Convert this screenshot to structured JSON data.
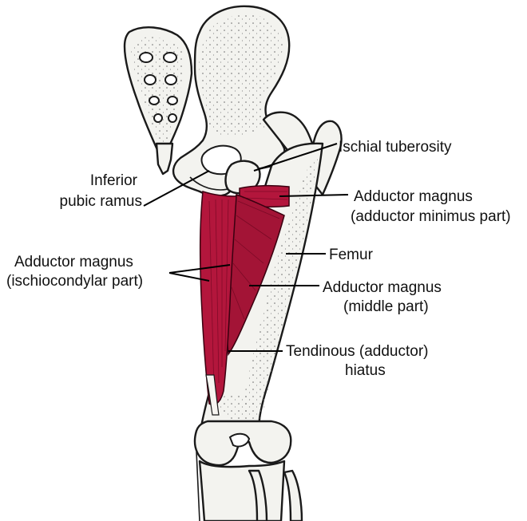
{
  "colors": {
    "muscle": "#b3163c",
    "muscle_dark": "#7a0c28",
    "bone": "#f3f3ef",
    "outline": "#1a1a1a",
    "label_text": "#111111"
  },
  "labels": {
    "ischial_tuberosity": "Ischial tuberosity",
    "inferior_pubic_ramus": {
      "line1": "Inferior",
      "line2": "pubic ramus"
    },
    "adductor_minimus": {
      "line1": "Adductor magnus",
      "line2": "(adductor minimus part)"
    },
    "femur": "Femur",
    "ischiocondylar": {
      "line1": "Adductor magnus",
      "line2": "(ischiocondylar part)"
    },
    "middle_part": {
      "line1": "Adductor magnus",
      "line2": "(middle part)"
    },
    "hiatus": {
      "line1": "Tendinous (adductor)",
      "line2": "hiatus"
    }
  }
}
